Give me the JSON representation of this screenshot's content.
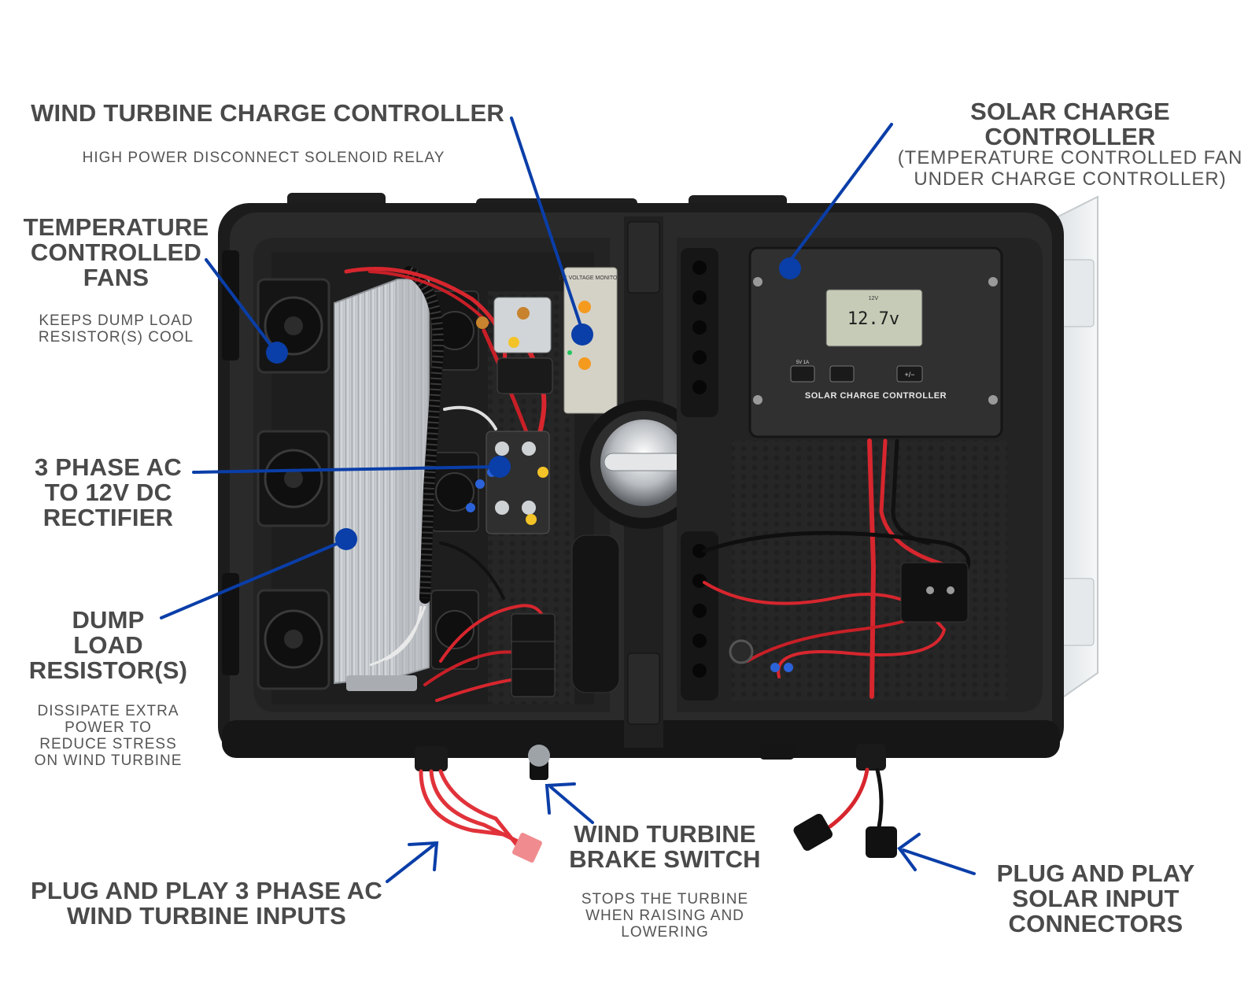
{
  "labels": {
    "wind_controller_title": "WIND TURBINE CHARGE CONTROLLER",
    "wind_controller_sub": "HIGH POWER DISCONNECT SOLENOID RELAY",
    "solar_controller_title": "SOLAR CHARGE CONTROLLER",
    "solar_controller_sub": "(TEMPERATURE CONTROLLED FAN\nUNDER CHARGE CONTROLLER)",
    "fans_title": "TEMPERATURE\nCONTROLLED\nFANS",
    "fans_sub": "KEEPS DUMP LOAD\nRESISTOR(S) COOL",
    "rectifier_title": "3 PHASE AC\nTO 12V DC\nRECTIFIER",
    "dump_title": "DUMP\nLOAD\nRESISTOR(S)",
    "dump_sub": "DISSIPATE EXTRA\nPOWER TO\nREDUCE STRESS\nON WIND TURBINE",
    "wind_inputs_title": "PLUG AND PLAY 3 PHASE AC\nWIND TURBINE INPUTS",
    "brake_title": "WIND TURBINE\nBRAKE SWITCH",
    "brake_sub": "STOPS THE TURBINE\nWHEN RAISING AND\nLOWERING",
    "solar_inputs_title": "PLUG AND PLAY\nSOLAR INPUT\nCONNECTORS"
  },
  "device": {
    "solar_controller_name": "SOLAR CHARGE CONTROLLER",
    "lcd_reading": "12.7",
    "lcd_unit": "V",
    "lcd_mode": "12V",
    "usb_label": "5V 1A",
    "button_label": "+/−",
    "voltage_monitor_label": "DC VOLTAGE MONITOR"
  },
  "colors": {
    "accent_blue": "#0a3ea8",
    "label_gray": "#4a4a4a",
    "case_black": "#1c1c1c"
  }
}
